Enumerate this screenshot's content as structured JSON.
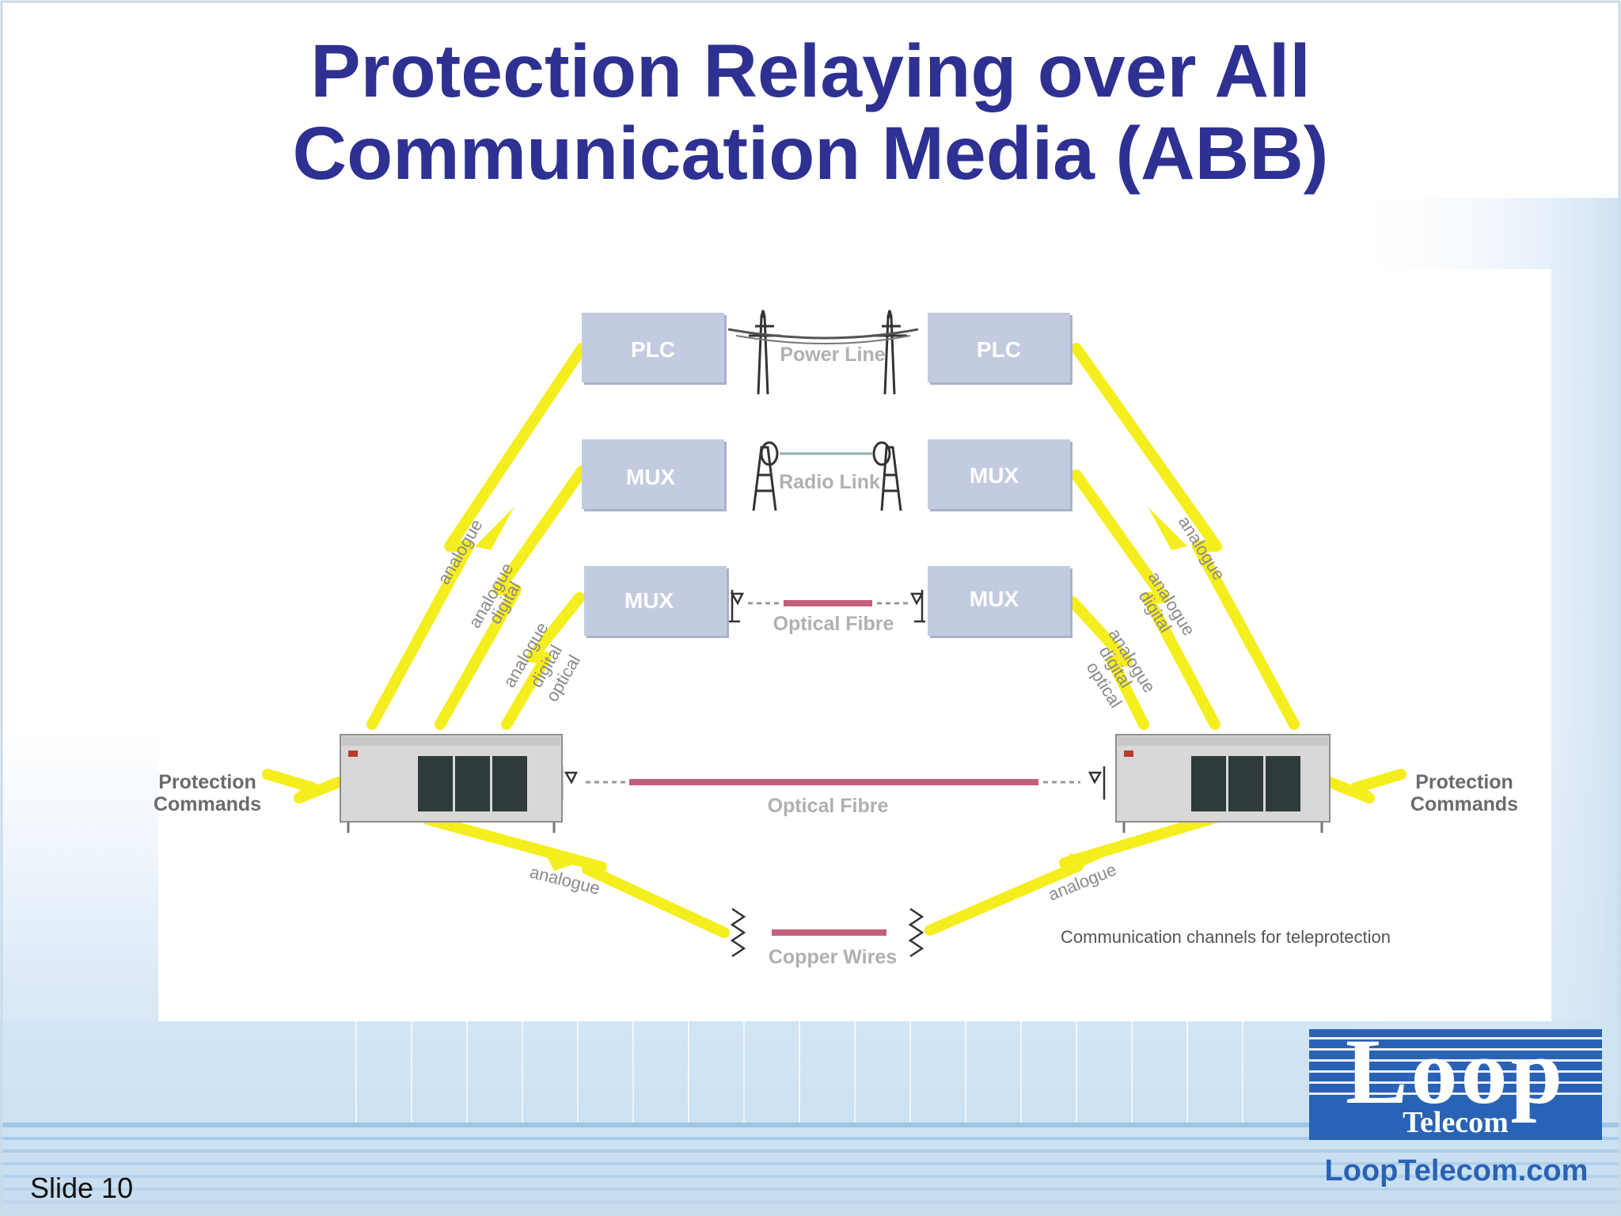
{
  "slide": {
    "title_line1": "Protection Relaying over All",
    "title_line2": "Communication Media (ABB)",
    "slide_number": "Slide 10"
  },
  "diagram": {
    "boxes": {
      "left_plc": "PLC",
      "right_plc": "PLC",
      "left_mux_radio": "MUX",
      "right_mux_radio": "MUX",
      "left_mux_fibre": "MUX",
      "right_mux_fibre": "MUX"
    },
    "media": {
      "power_line": "Power Line",
      "radio_link": "Radio Link",
      "optical_fibre_mux": "Optical Fibre",
      "optical_fibre_direct": "Optical Fibre",
      "copper_wires": "Copper Wires"
    },
    "channel_labels": {
      "analogue": "analogue",
      "digital": "digital",
      "optical": "optical"
    },
    "protection_commands": {
      "line1": "Protection",
      "line2": "Commands"
    },
    "caption": "Communication channels for teleprotection",
    "colors": {
      "lightning": "#f5ee1e",
      "fibre": "#c2607a",
      "box": "#c3cbe0",
      "title": "#2e3192"
    }
  },
  "logo": {
    "main": "Loop",
    "sub": "Telecom",
    "url": "LoopTelecom.com",
    "color": "#2a63b5"
  }
}
